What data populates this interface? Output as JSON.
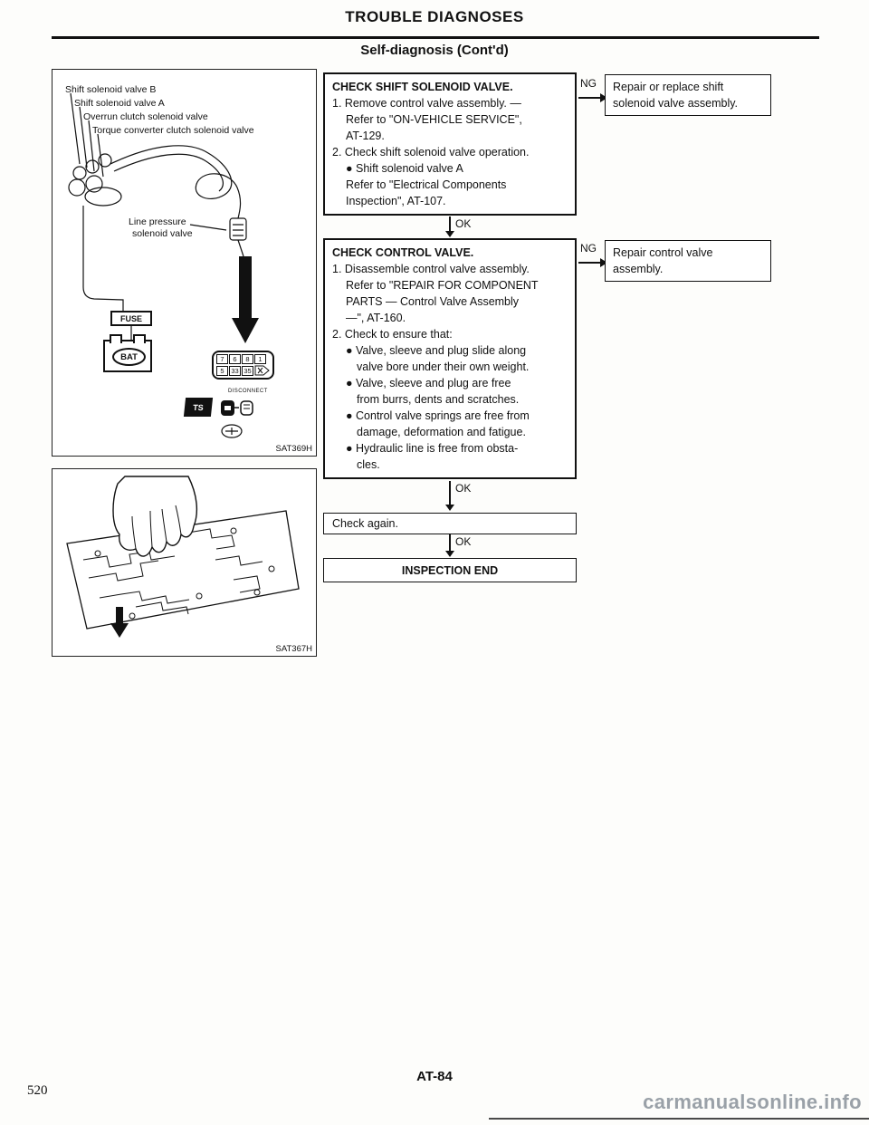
{
  "page": {
    "title": "TROUBLE DIAGNOSES",
    "subtitle": "Self-diagnosis (Cont'd)",
    "footer_code": "AT-84",
    "page_number": "520",
    "watermark": "carmanualsonline.info"
  },
  "figure_solenoid": {
    "callouts": [
      "Shift solenoid valve B",
      "Shift solenoid valve A",
      "Overrun clutch solenoid valve",
      "Torque converter clutch solenoid valve"
    ],
    "line_pressure_line1": "Line pressure",
    "line_pressure_line2": "solenoid valve",
    "fuse_label": "FUSE",
    "battery_label": "BAT",
    "pins_row1": [
      "7",
      "6",
      "8",
      "1"
    ],
    "pins_row2": [
      "5",
      "33",
      "35"
    ],
    "disconnect_label": "DISCONNECT",
    "tool_label": "TS",
    "ref_code": "SAT369H"
  },
  "figure_valve_body": {
    "ref_code": "SAT367H"
  },
  "flow": {
    "step1": {
      "title": "CHECK SHIFT SOLENOID VALVE.",
      "lines": [
        "1. Remove control valve assembly. —",
        "Refer to \"ON-VEHICLE SERVICE\",",
        "AT-129.",
        "2. Check shift solenoid valve operation.",
        "● Shift solenoid valve A",
        "Refer to \"Electrical Components",
        "Inspection\", AT-107."
      ],
      "ng_label": "NG",
      "ok_label": "OK",
      "ng_action_line1": "Repair or replace shift",
      "ng_action_line2": "solenoid valve assembly."
    },
    "step2": {
      "title": "CHECK CONTROL VALVE.",
      "lines": [
        "1. Disassemble control valve assembly.",
        "Refer to \"REPAIR FOR COMPONENT",
        "PARTS — Control Valve Assembly",
        "—\", AT-160.",
        "2. Check to ensure that:",
        "● Valve, sleeve and plug slide along",
        "valve bore under their own weight.",
        "● Valve, sleeve and plug are free",
        "from burrs, dents and scratches.",
        "● Control valve springs are free from",
        "damage, deformation and fatigue.",
        "● Hydraulic line is free from obsta-",
        "cles."
      ],
      "ng_label": "NG",
      "ok_label": "OK",
      "ng_action_line1": "Repair control valve",
      "ng_action_line2": "assembly."
    },
    "check_again": {
      "label": "Check again.",
      "ok_label": "OK"
    },
    "inspection_end": {
      "label": "INSPECTION END"
    }
  }
}
